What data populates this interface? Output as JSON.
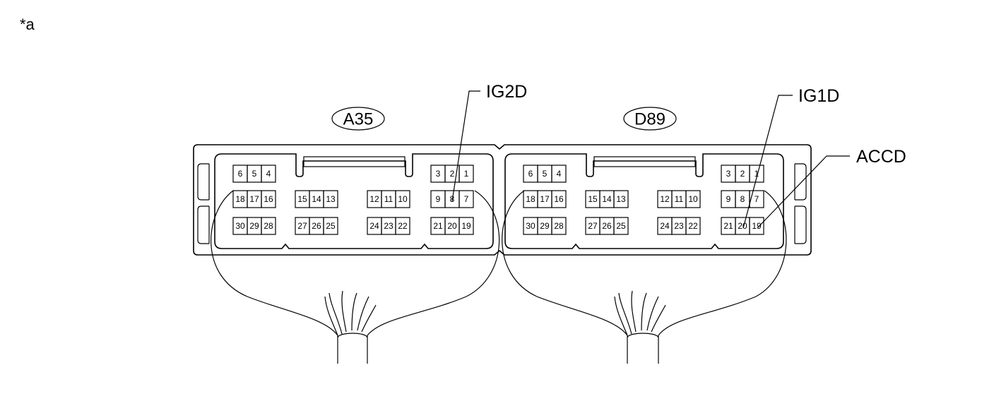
{
  "figure_label": "*a",
  "connectors": [
    {
      "id": "A35",
      "rows": [
        [
          [
            "6",
            "5",
            "4"
          ],
          [
            "3",
            "2",
            "1"
          ]
        ],
        [
          [
            "18",
            "17",
            "16"
          ],
          [
            "15",
            "14",
            "13"
          ],
          [
            "12",
            "11",
            "10"
          ],
          [
            "9",
            "8",
            "7"
          ]
        ],
        [
          [
            "30",
            "29",
            "28"
          ],
          [
            "27",
            "26",
            "25"
          ],
          [
            "24",
            "23",
            "22"
          ],
          [
            "21",
            "20",
            "19"
          ]
        ]
      ]
    },
    {
      "id": "D89",
      "rows": [
        [
          [
            "6",
            "5",
            "4"
          ],
          [
            "3",
            "2",
            "1"
          ]
        ],
        [
          [
            "18",
            "17",
            "16"
          ],
          [
            "15",
            "14",
            "13"
          ],
          [
            "12",
            "11",
            "10"
          ],
          [
            "9",
            "8",
            "7"
          ]
        ],
        [
          [
            "30",
            "29",
            "28"
          ],
          [
            "27",
            "26",
            "25"
          ],
          [
            "24",
            "23",
            "22"
          ],
          [
            "21",
            "20",
            "19"
          ]
        ]
      ]
    }
  ],
  "callouts": [
    {
      "label": "IG2D",
      "connector": "A35",
      "pin": "8"
    },
    {
      "label": "IG1D",
      "connector": "D89",
      "pin": "20"
    },
    {
      "label": "ACCD",
      "connector": "D89",
      "pin": "19"
    }
  ]
}
